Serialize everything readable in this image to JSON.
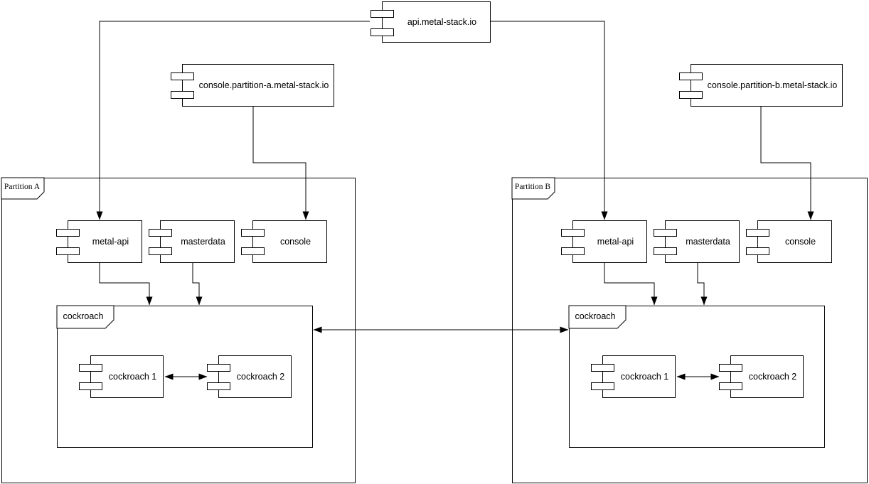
{
  "colors": {
    "background": "#ffffff",
    "stroke": "#000000",
    "node_fill": "#ffffff"
  },
  "external": {
    "api": {
      "label": "api.metal-stack.io"
    },
    "console_a": {
      "label": "console.partition-a.metal-stack.io"
    },
    "console_b": {
      "label": "console.partition-b.metal-stack.io"
    }
  },
  "partition_a": {
    "label": "Partition A",
    "components": {
      "metal_api": "metal-api",
      "masterdata": "masterdata",
      "console": "console"
    },
    "cockroach": {
      "label": "cockroach",
      "node1": "cockroach 1",
      "node2": "cockroach 2"
    }
  },
  "partition_b": {
    "label": "Partition B",
    "components": {
      "metal_api": "metal-api",
      "masterdata": "masterdata",
      "console": "console"
    },
    "cockroach": {
      "label": "cockroach",
      "node1": "cockroach 1",
      "node2": "cockroach 2"
    }
  },
  "connections": [
    {
      "from": "api.metal-stack.io",
      "to": "Partition A / metal-api",
      "arrow": "single"
    },
    {
      "from": "api.metal-stack.io",
      "to": "Partition B / metal-api",
      "arrow": "single"
    },
    {
      "from": "console.partition-a.metal-stack.io",
      "to": "Partition A / console",
      "arrow": "single"
    },
    {
      "from": "console.partition-b.metal-stack.io",
      "to": "Partition B / console",
      "arrow": "single"
    },
    {
      "from": "Partition A / metal-api",
      "to": "Partition A / cockroach",
      "arrow": "single"
    },
    {
      "from": "Partition A / masterdata",
      "to": "Partition A / cockroach",
      "arrow": "single"
    },
    {
      "from": "Partition B / metal-api",
      "to": "Partition B / cockroach",
      "arrow": "single"
    },
    {
      "from": "Partition B / masterdata",
      "to": "Partition B / cockroach",
      "arrow": "single"
    },
    {
      "from": "Partition A / cockroach",
      "to": "Partition B / cockroach",
      "arrow": "double"
    },
    {
      "from": "Partition A / cockroach 1",
      "to": "Partition A / cockroach 2",
      "arrow": "double"
    },
    {
      "from": "Partition B / cockroach 1",
      "to": "Partition B / cockroach 2",
      "arrow": "double"
    }
  ]
}
